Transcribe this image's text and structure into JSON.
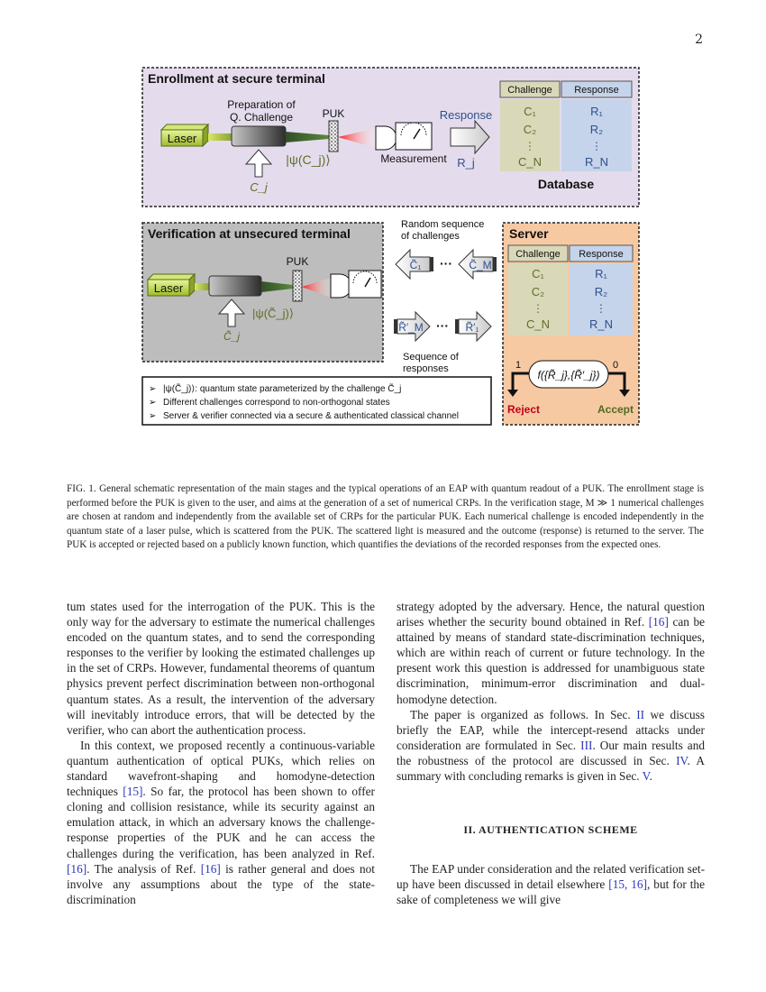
{
  "page_number": "2",
  "figure": {
    "enrollment": {
      "title": "Enrollment at secure terminal",
      "laser": "Laser",
      "prep_label_1": "Preparation of",
      "prep_label_2": "Q. Challenge",
      "puk": "PUK",
      "response": "Response",
      "measurement": "Measurement",
      "state": "|ψ(C_j)⟩",
      "challenge_var": "C_j",
      "response_var": "R_j"
    },
    "database": {
      "title": "Database",
      "col_challenge": "Challenge",
      "col_response": "Response",
      "challenges": [
        "C₁",
        "C₂",
        "⋮",
        "C_N"
      ],
      "responses": [
        "R₁",
        "R₂",
        "⋮",
        "R_N"
      ]
    },
    "verification": {
      "title": "Verification at  unsecured terminal",
      "laser": "Laser",
      "puk": "PUK",
      "state": "|ψ(C̃_j)⟩",
      "challenge_var": "C̃_j"
    },
    "sequences": {
      "random_label_1": "Random sequence",
      "random_label_2": "of challenges",
      "response_label_1": "Sequence of",
      "response_label_2": "responses",
      "c_first": "C̃₁",
      "c_last": "C̃_M",
      "r_first": "R̃′_M",
      "r_last": "R̃′₁",
      "dots": "···"
    },
    "server": {
      "title": "Server",
      "col_challenge": "Challenge",
      "col_response": "Response",
      "challenges": [
        "C₁",
        "C₂",
        "⋮",
        "C_N"
      ],
      "responses": [
        "R₁",
        "R₂",
        "⋮",
        "R_N"
      ],
      "function": "f({R̃_j},{R̃′_j})",
      "one": "1",
      "zero": "0",
      "reject": "Reject",
      "accept": "Accept"
    },
    "notes": [
      "|ψ(C̃_j)⟩: quantum state parameterized by the challenge C̃_j",
      "Different challenges correspond to non-orthogonal states",
      "Server & verifier connected via a secure & authenticated classical channel"
    ]
  },
  "caption": "FIG. 1. General schematic representation of the main stages and the typical operations of an EAP with quantum readout of a PUK. The enrollment stage is performed before the PUK is given to the user, and aims at the generation of a set of numerical CRPs. In the verification stage, M ≫ 1 numerical challenges are chosen at random and independently from the available set of CRPs for the particular PUK. Each numerical challenge is encoded independently in the quantum state of a laser pulse, which is scattered from the PUK. The scattered light is measured and the outcome (response) is returned to the server. The PUK is accepted or rejected based on a publicly known function, which quantifies the deviations of the recorded responses from the expected ones.",
  "left_col": {
    "p1": "tum states used for the interrogation of the PUK. This is the only way for the adversary to estimate the numerical challenges encoded on the quantum states, and to send the corresponding responses to the verifier by looking the estimated challenges up in the set of CRPs. However, fundamental theorems of quantum physics prevent perfect discrimination between non-orthogonal quantum states. As a result, the intervention of the adversary will inevitably introduce errors, that will be detected by the verifier, who can abort the authentication process.",
    "p2a": "In this context, we proposed recently a continuous-variable quantum authentication of optical PUKs, which relies on standard wavefront-shaping and homodyne-detection techniques ",
    "p2_cite1": "[15]",
    "p2b": ". So far, the protocol has been shown to offer cloning and collision resistance, while its security against an emulation attack, in which an adversary knows the challenge-response properties of the PUK and he can access the challenges during the verification, has been analyzed in Ref. ",
    "p2_cite2": "[16]",
    "p2c": ". The analysis of Ref. ",
    "p2_cite3": "[16]",
    "p2d": " is rather general and does not involve any assumptions about the type of the state-discrimination"
  },
  "right_col": {
    "p1a": "strategy adopted by the adversary. Hence, the natural question arises whether the security bound obtained in Ref. ",
    "p1_cite": "[16]",
    "p1b": " can be attained by means of standard state-discrimination techniques, which are within reach of current or future technology. In the present work this question is addressed for unambiguous state discrimination, minimum-error discrimination and dual-homodyne detection.",
    "p2a": "The paper is organized as follows. In Sec. ",
    "p2_s2": "II",
    "p2b": " we discuss briefly the EAP, while the intercept-resend attacks under consideration are formulated in Sec. ",
    "p2_s3": "III",
    "p2c": ". Our main results and the robustness of the protocol are discussed in Sec. ",
    "p2_s4": "IV",
    "p2d": ". A summary with concluding remarks is given in Sec. ",
    "p2_s5": "V",
    "p2e": ".",
    "heading": "II.   AUTHENTICATION SCHEME",
    "p3a": "The EAP under consideration and the related verification set-up have been discussed in detail elsewhere ",
    "p3_cite": "[15, 16]",
    "p3b": ", but for the sake of completeness we will give"
  },
  "colors": {
    "enroll_bg": "#e4dcec",
    "verify_bg": "#bdbdbd",
    "server_bg": "#f7c9a3",
    "challenge_col": "#d9d8b9",
    "response_col": "#c5d4ea",
    "green_text": "#5f6e2a",
    "blue_text": "#2f4f8f",
    "reject": "#c0001a",
    "accept": "#4f6b1f",
    "cite": "#2e35b8"
  }
}
